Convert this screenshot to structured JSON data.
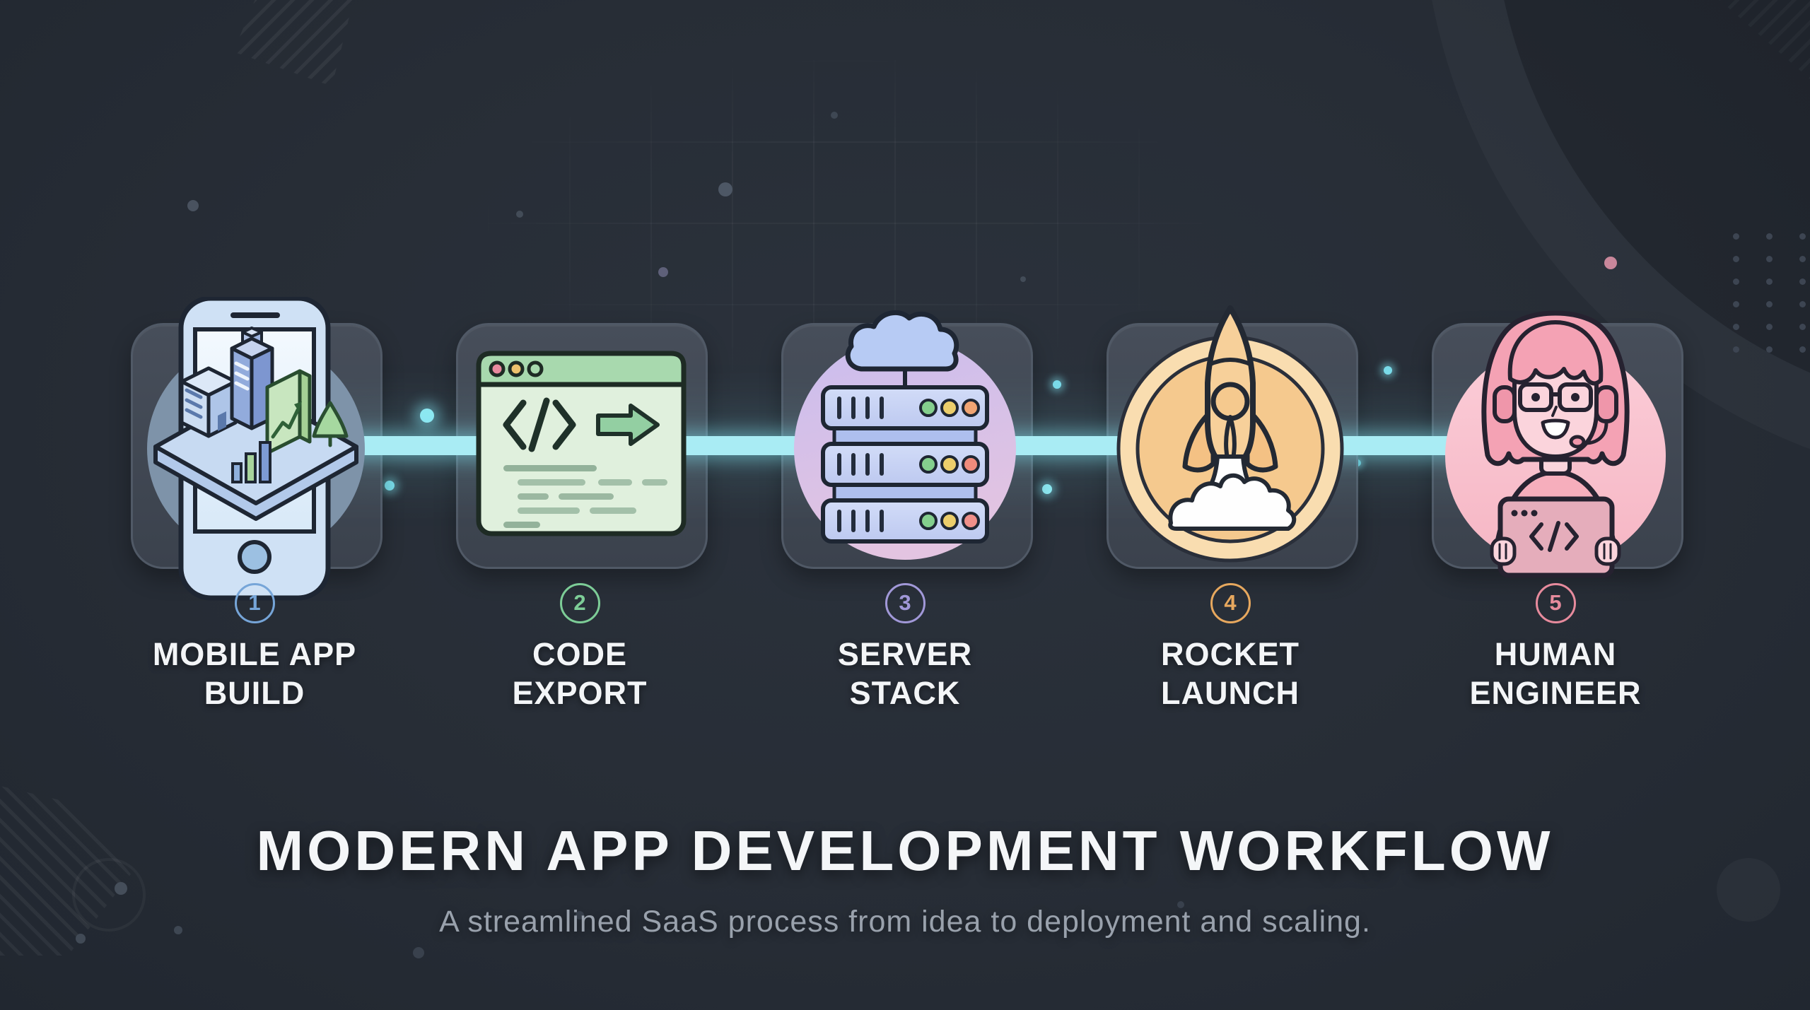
{
  "workflow": {
    "title": "MODERN APP DEVELOPMENT WORKFLOW",
    "subtitle": "A streamlined SaaS process from idea to deployment and scaling.",
    "connector_color": "#a9ecf4",
    "steps": [
      {
        "number": "1",
        "label_line1": "MOBILE APP",
        "label_line2": "BUILD",
        "accent": "#76a5d8",
        "icon": "mobile-app-build-icon"
      },
      {
        "number": "2",
        "label_line1": "CODE",
        "label_line2": "EXPORT",
        "accent": "#7dcd97",
        "icon": "code-export-icon"
      },
      {
        "number": "3",
        "label_line1": "SERVER",
        "label_line2": "STACK",
        "accent": "#a198d8",
        "icon": "server-stack-icon"
      },
      {
        "number": "4",
        "label_line1": "ROCKET",
        "label_line2": "LAUNCH",
        "accent": "#e7a85e",
        "icon": "rocket-launch-icon"
      },
      {
        "number": "5",
        "label_line1": "HUMAN",
        "label_line2": "ENGINEER",
        "accent": "#e78b9d",
        "icon": "human-engineer-icon"
      }
    ],
    "colors": {
      "background": "#272d36",
      "card": "#3e4550",
      "connector": "#a9ecf4",
      "title_text": "#f4f6f8",
      "subtitle_text": "#99a1ac",
      "label_text": "#f3f5f7"
    }
  }
}
